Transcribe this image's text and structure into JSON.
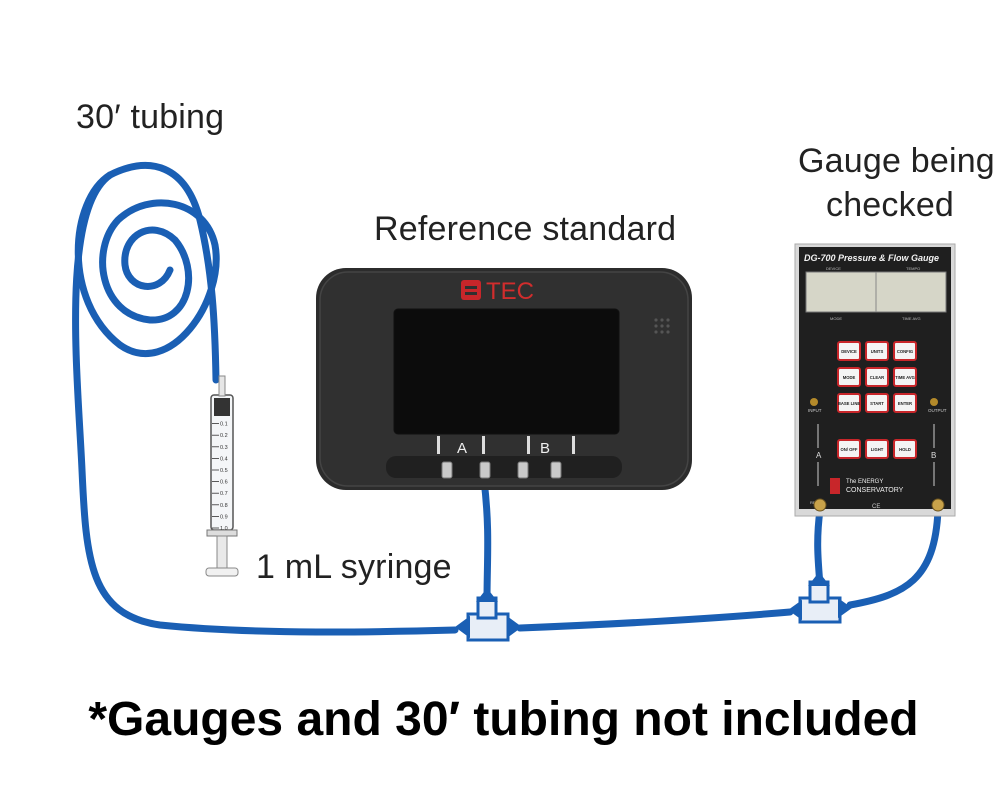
{
  "labels": {
    "tubing": "30′ tubing",
    "reference": "Reference standard",
    "gauge_line1": "Gauge being",
    "gauge_line2": "checked",
    "syringe": "1 mL syringe"
  },
  "reference_device": {
    "brand": "TEC",
    "port_a": "A",
    "port_b": "B"
  },
  "gauge_device": {
    "title": "DG-700 Pressure & Flow Gauge",
    "screen_left_top": "DEVICE",
    "screen_right_top": "TEMPO",
    "screen_left_bottom": "MODE",
    "screen_right_bottom": "TIME AVG",
    "buttons": [
      "DEVICE",
      "UNITS",
      "CONFIG",
      "MODE",
      "CLEAR",
      "TIME AVG",
      "BASE LINE",
      "START",
      "ENTER",
      "ON/ OFF",
      "LIGHT",
      "HOLD"
    ],
    "input_label": "INPUT",
    "output_label": "OUTPUT",
    "channel_a": "A",
    "channel_b": "B",
    "ref_label": "REF",
    "brand_line1": "The ENERGY",
    "brand_line2": "CONSERVATORY",
    "ce_mark": "CE"
  },
  "syringe_scale": [
    "0.1",
    "0.2",
    "0.3",
    "0.4",
    "0.5",
    "0.6",
    "0.7",
    "0.8",
    "0.9",
    "1.0"
  ],
  "footnote": "*Gauges and 30′ tubing not included",
  "colors": {
    "tubing": "#1a5fb4",
    "device_body": "#2b2b2b",
    "accent_red": "#c8262a",
    "gauge_panel": "#1f1f1f"
  }
}
